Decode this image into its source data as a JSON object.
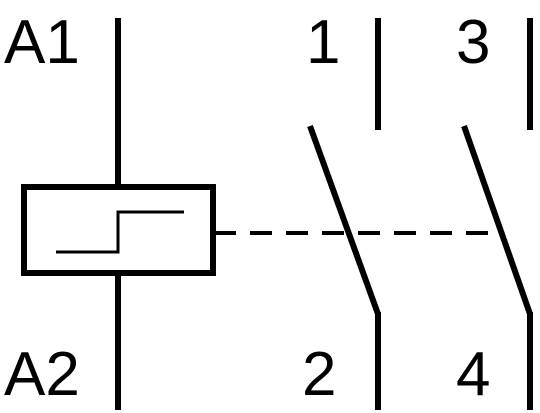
{
  "terminals": {
    "a1": "A1",
    "a2": "A2",
    "t1": "1",
    "t2": "2",
    "t3": "3",
    "t4": "4"
  },
  "colors": {
    "stroke": "#000000",
    "background": "#ffffff"
  }
}
